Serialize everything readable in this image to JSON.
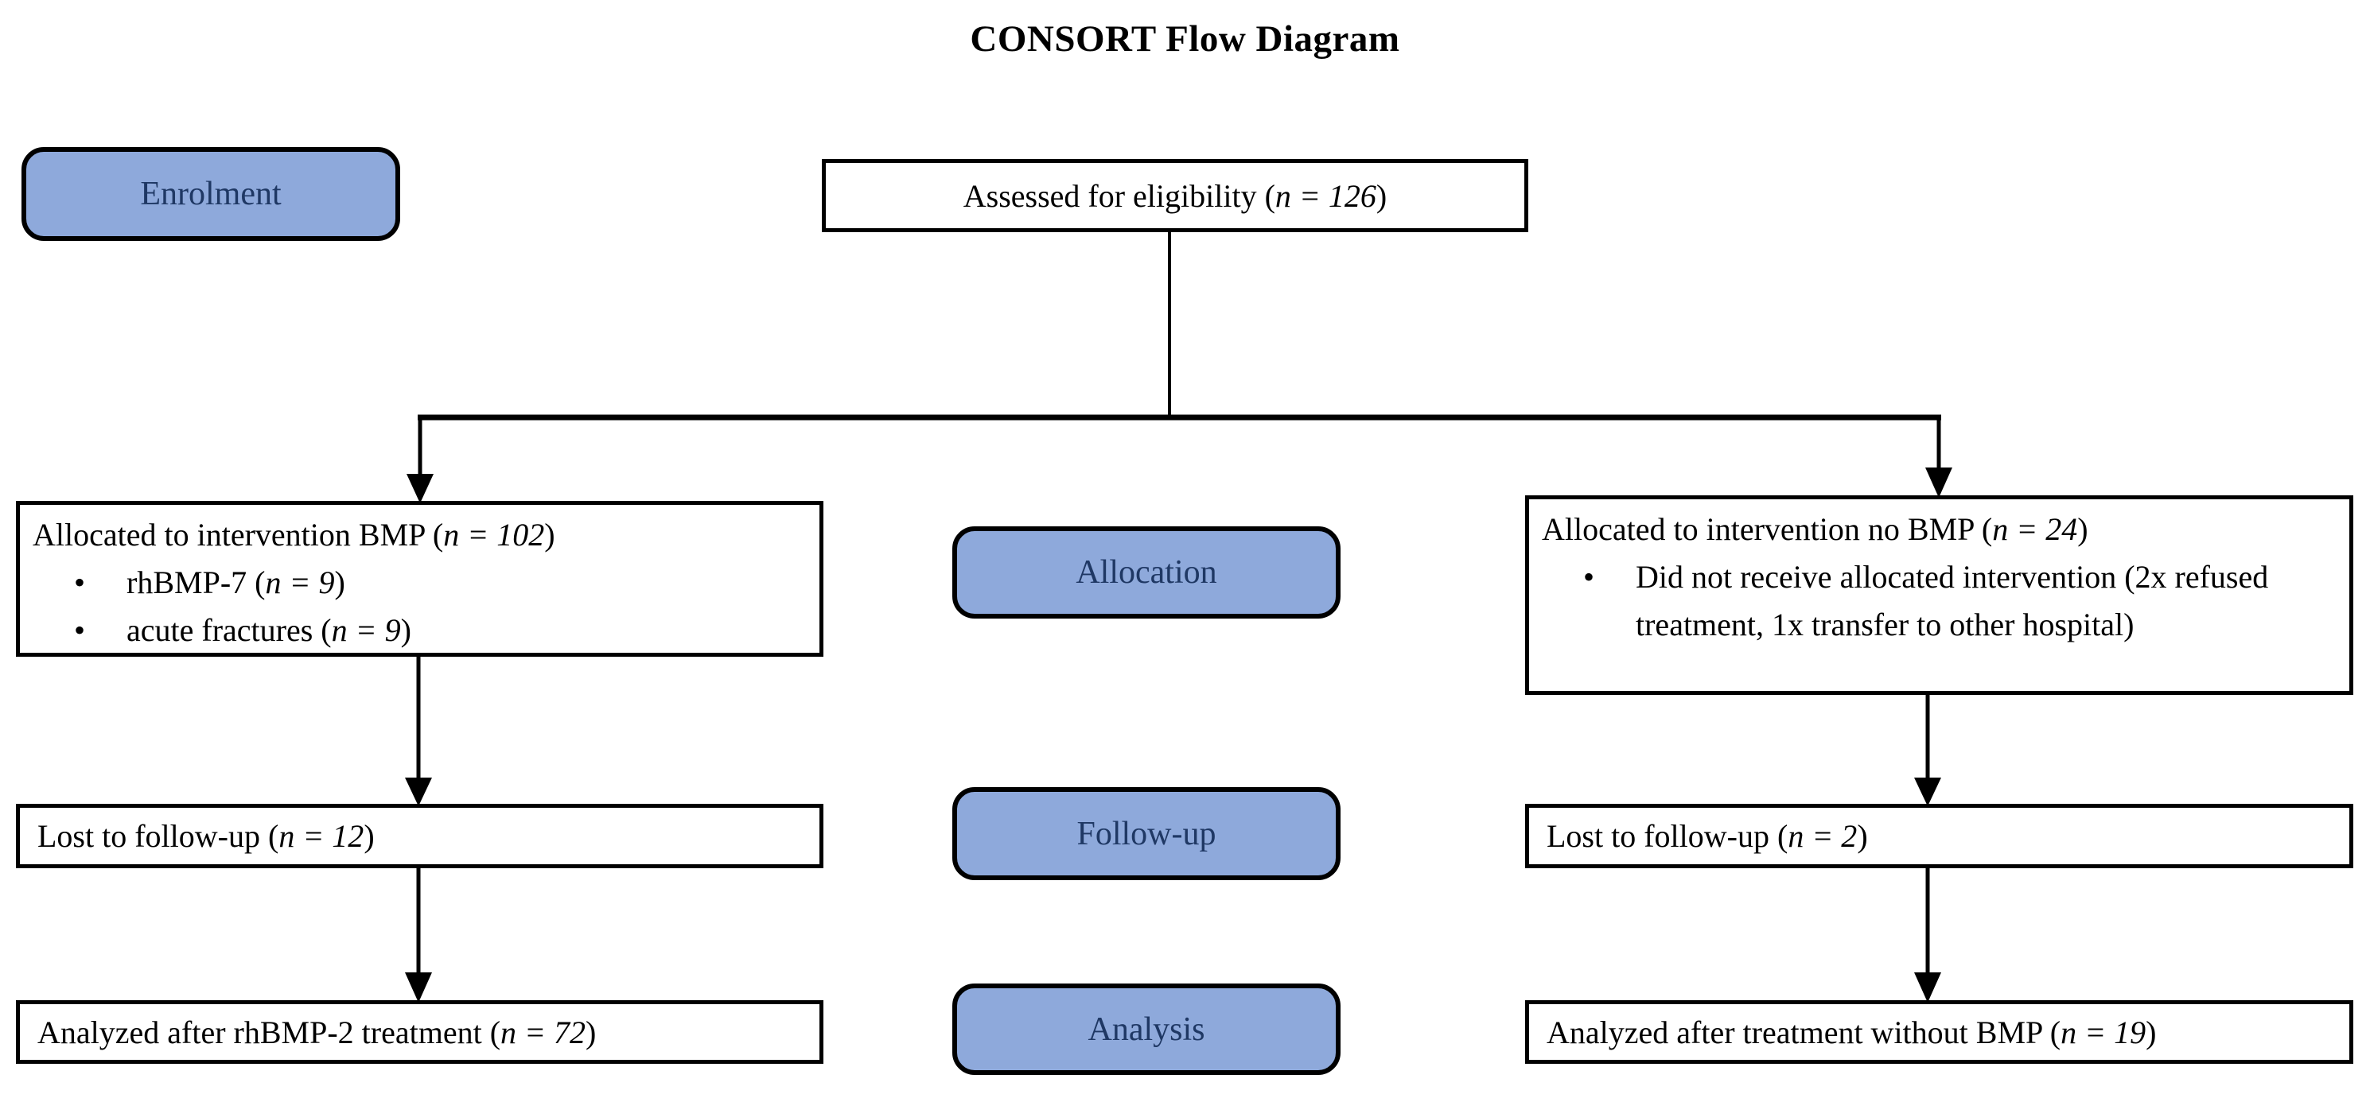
{
  "title": "CONSORT Flow Diagram",
  "colors": {
    "stage_fill": "#8EA9DB",
    "stage_text": "#1F3864",
    "line_color": "#000000",
    "background": "#FFFFFF"
  },
  "stages": {
    "enrolment": "Enrolment",
    "allocation": "Allocation",
    "follow_up": "Follow-up",
    "analysis": "Analysis"
  },
  "boxes": {
    "eligibility": {
      "pre": "Assessed for eligibility (",
      "n": "n = 126",
      "post": ")"
    },
    "alloc_left": {
      "title_pre": "Allocated to intervention BMP (",
      "title_n": "n = 102",
      "title_post": ")",
      "bullet_char": "•",
      "bullet1_pre": "rhBMP-7 (",
      "bullet1_n": "n = 9",
      "bullet1_post": ")",
      "bullet2_pre": "acute fractures (",
      "bullet2_n": "n = 9",
      "bullet2_post": ")"
    },
    "alloc_right": {
      "title_pre": "Allocated to intervention no BMP (",
      "title_n": "n = 24",
      "title_post": ")",
      "bullet_char": "•",
      "bullet1": "Did not receive allocated intervention (2x refused treatment, 1x transfer to other hospital)"
    },
    "followup_left": {
      "pre": "Lost to follow-up (",
      "n": "n = 12",
      "post": ")"
    },
    "followup_right": {
      "pre": "Lost to follow-up (",
      "n": "n = 2",
      "post": ")"
    },
    "analysis_left": {
      "pre": "Analyzed after rhBMP-2 treatment (",
      "n": "n = 72",
      "post": ")"
    },
    "analysis_right": {
      "pre": "Analyzed after treatment without BMP (",
      "n": "n = 19",
      "post": ")"
    }
  }
}
